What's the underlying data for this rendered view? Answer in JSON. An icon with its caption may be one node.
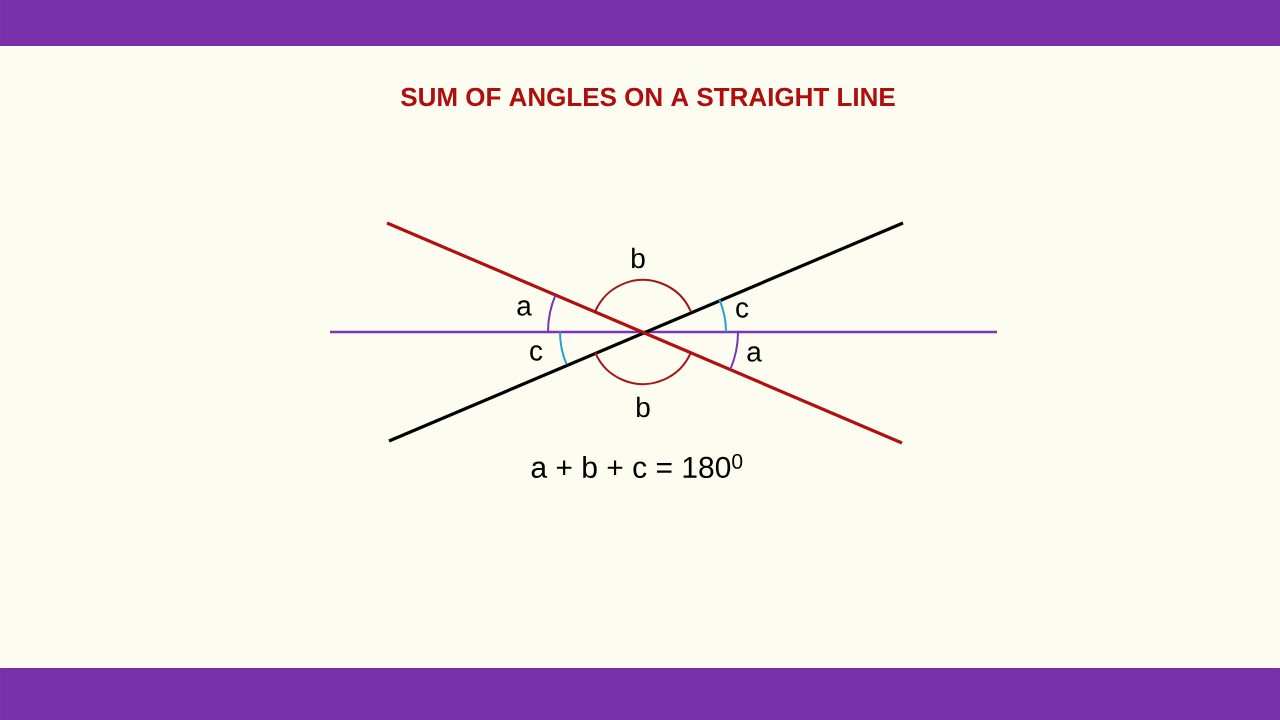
{
  "diagram": {
    "title": "SUM OF ANGLES ON A STRAIGHT LINE",
    "labels": [
      "b",
      "a",
      "c",
      "c",
      "a",
      "b",
      "a + b + c = 180$^{0}$"
    ]
  }
}
